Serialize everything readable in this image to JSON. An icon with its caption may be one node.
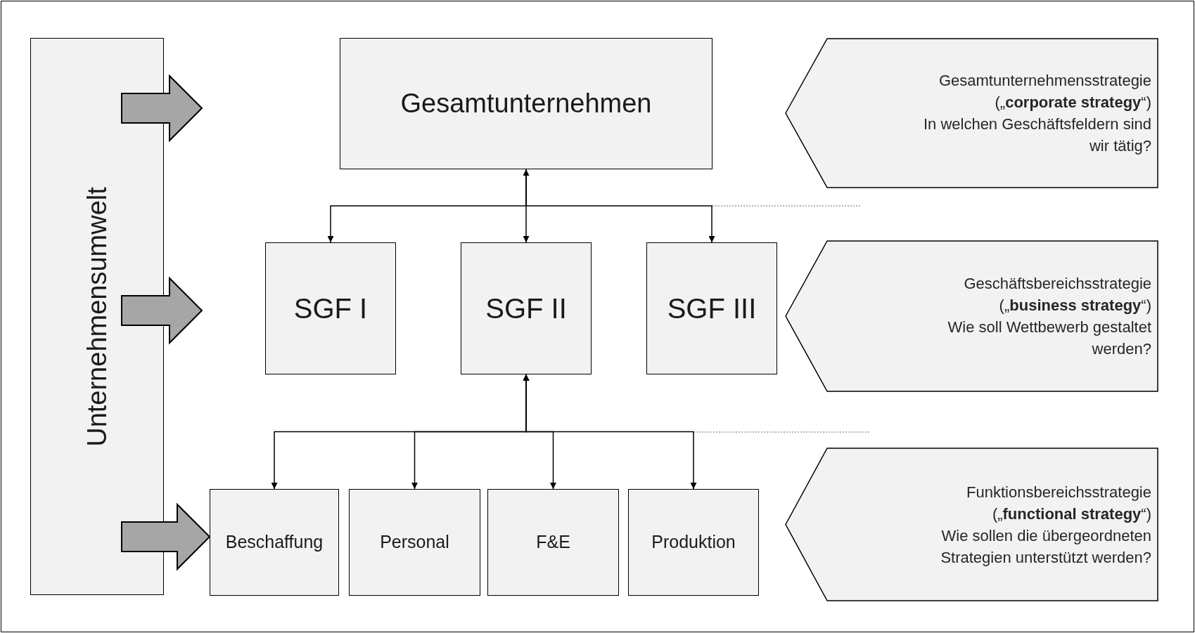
{
  "diagram": {
    "nodes": [
      {
        "text": [
          "Unternehmensumwelt"
        ]
      },
      {
        "text": [
          "Gesamtunternehmen"
        ]
      },
      {
        "text": [
          "SGF I"
        ]
      },
      {
        "text": [
          "SGF II"
        ]
      },
      {
        "text": [
          "SGF III"
        ]
      },
      {
        "text": [
          "Beschaffung"
        ]
      },
      {
        "text": [
          "Personal"
        ]
      },
      {
        "text": [
          "F&E"
        ]
      },
      {
        "text": [
          "Produktion"
        ]
      },
      {
        "text": [
          "Gesamtunternehmensstrategie",
          "(„**corporate strategy**“)",
          "In welchen Geschäftsfeldern sind wir tätig?"
        ]
      },
      {
        "text": [
          "Geschäftsbereichsstrategie",
          "(„**business strategy**“)",
          "Wie soll Wettbewerb gestaltet werden?"
        ]
      },
      {
        "text": [
          "Funktionsbereichsstrategie",
          "(„**functional strategy**“)",
          "Wie sollen die übergeordneten Strategien unterstützt werden?"
        ]
      }
    ],
    "edges": [
      {
        "from": 0,
        "to": null,
        "arrow": "to",
        "style": "thick"
      },
      {
        "from": 0,
        "to": null,
        "arrow": "to",
        "style": "thick"
      },
      {
        "from": 0,
        "to": 5,
        "arrow": "to",
        "style": "thick"
      },
      {
        "from": 1,
        "to": 2,
        "arrow": "to"
      },
      {
        "from": 1,
        "to": 3,
        "arrow": "both"
      },
      {
        "from": 1,
        "to": 4,
        "arrow": "to"
      },
      {
        "from": 3,
        "to": 5,
        "arrow": "both"
      },
      {
        "from": 3,
        "to": 6,
        "arrow": "both"
      },
      {
        "from": 3,
        "to": 7,
        "arrow": "both"
      },
      {
        "from": 3,
        "to": 8,
        "arrow": "both"
      }
    ]
  }
}
